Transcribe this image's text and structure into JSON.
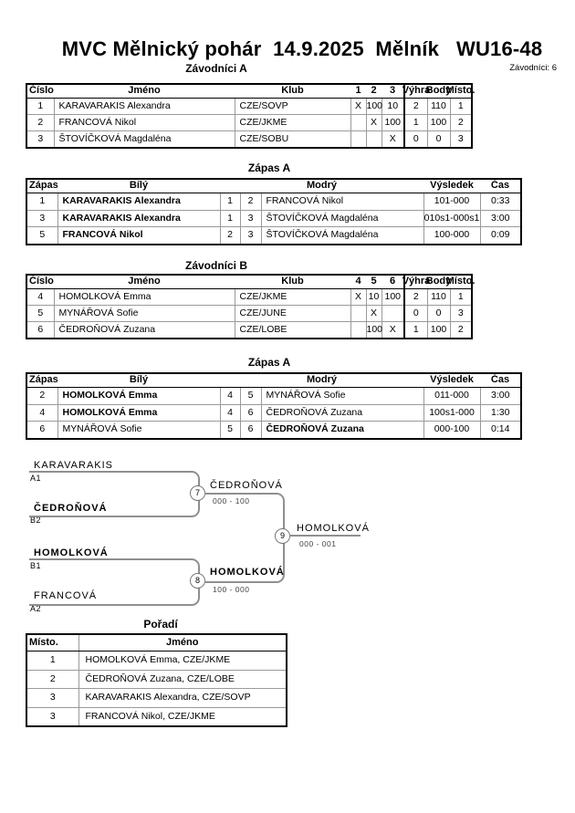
{
  "page": {
    "title": "MVC Mělnický pohár  14.9.2025  Mělník   WU16-48",
    "competitors_label": "Závodníci: 6"
  },
  "group_a": {
    "heading": "Závodníci A",
    "col_cislo": "Číslo",
    "col_jmeno": "Jméno",
    "col_klub": "Klub",
    "col_m1": "1",
    "col_m2": "2",
    "col_m3": "3",
    "col_vyhra": "Výhra",
    "col_body": "Body",
    "col_misto": "Místo.",
    "rows": [
      [
        "1",
        "KARAVARAKIS Alexandra",
        "CZE/SOVP",
        "X",
        "100",
        "10",
        "2",
        "110",
        "1"
      ],
      [
        "2",
        "FRANCOVÁ Nikol",
        "CZE/JKME",
        "",
        "X",
        "100",
        "1",
        "100",
        "2"
      ],
      [
        "3",
        "ŠTOVÍČKOVÁ Magdaléna",
        "CZE/SOBU",
        "",
        "",
        "X",
        "0",
        "0",
        "3"
      ]
    ]
  },
  "matches_a": {
    "heading": "Zápas A",
    "col_zapas": "Zápas",
    "col_bily": "Bílý",
    "col_modry": "Modrý",
    "col_vysledek": "Výsledek",
    "col_cas": "Čas",
    "rows": [
      [
        "1",
        "KARAVARAKIS Alexandra",
        "1",
        "2",
        "FRANCOVÁ Nikol",
        "101-000",
        "0:33"
      ],
      [
        "3",
        "KARAVARAKIS Alexandra",
        "1",
        "3",
        "ŠTOVÍČKOVÁ Magdaléna",
        "010s1-000s1",
        "3:00"
      ],
      [
        "5",
        "FRANCOVÁ Nikol",
        "2",
        "3",
        "ŠTOVÍČKOVÁ Magdaléna",
        "100-000",
        "0:09"
      ]
    ]
  },
  "group_b": {
    "heading": "Závodníci B",
    "col_cislo": "Číslo",
    "col_jmeno": "Jméno",
    "col_klub": "Klub",
    "col_m1": "4",
    "col_m2": "5",
    "col_m3": "6",
    "col_vyhra": "Výhra",
    "col_body": "Body",
    "col_misto": "Místo.",
    "rows": [
      [
        "4",
        "HOMOLKOVÁ Emma",
        "CZE/JKME",
        "X",
        "10",
        "100",
        "2",
        "110",
        "1"
      ],
      [
        "5",
        "MYNÁŘOVÁ Sofie",
        "CZE/JUNE",
        "",
        "X",
        "",
        "0",
        "0",
        "3"
      ],
      [
        "6",
        "ČEDROŇOVÁ Zuzana",
        "CZE/LOBE",
        "",
        "100",
        "X",
        "1",
        "100",
        "2"
      ]
    ]
  },
  "matches_b": {
    "heading": "Zápas A",
    "col_zapas": "Zápas",
    "col_bily": "Bílý",
    "col_modry": "Modrý",
    "col_vysledek": "Výsledek",
    "col_cas": "Čas",
    "rows": [
      [
        "2",
        "HOMOLKOVÁ Emma",
        "4",
        "5",
        "MYNÁŘOVÁ Sofie",
        "011-000",
        "3:00"
      ],
      [
        "4",
        "HOMOLKOVÁ Emma",
        "4",
        "6",
        "ČEDROŇOVÁ Zuzana",
        "100s1-000",
        "1:30"
      ],
      [
        "6",
        "MYNÁŘOVÁ Sofie",
        "5",
        "6",
        "ČEDROŇOVÁ Zuzana",
        "000-100",
        "0:14"
      ]
    ]
  },
  "bracket": {
    "slots": [
      {
        "name": "KARAVARAKIS",
        "seed": "A1"
      },
      {
        "name": "ČEDROŇOVÁ",
        "seed": "B2"
      },
      {
        "name": "HOMOLKOVÁ",
        "seed": "B1"
      },
      {
        "name": "FRANCOVÁ",
        "seed": "A2"
      }
    ],
    "m7": {
      "num": "7",
      "winner": "ČEDROŇOVÁ",
      "score": "000 - 100"
    },
    "m8": {
      "num": "8",
      "winner": "HOMOLKOVÁ",
      "score": "100 - 000"
    },
    "m9": {
      "num": "9",
      "winner": "HOMOLKOVÁ",
      "score": "000 - 001"
    }
  },
  "ranking": {
    "heading": "Pořadí",
    "col_misto": "Místo.",
    "col_jmeno": "Jméno",
    "rows": [
      [
        "1",
        "HOMOLKOVÁ Emma, CZE/JKME"
      ],
      [
        "2",
        "ČEDROŇOVÁ Zuzana, CZE/LOBE"
      ],
      [
        "3",
        "KARAVARAKIS Alexandra, CZE/SOVP"
      ],
      [
        "3",
        "FRANCOVÁ Nikol, CZE/JKME"
      ]
    ]
  }
}
